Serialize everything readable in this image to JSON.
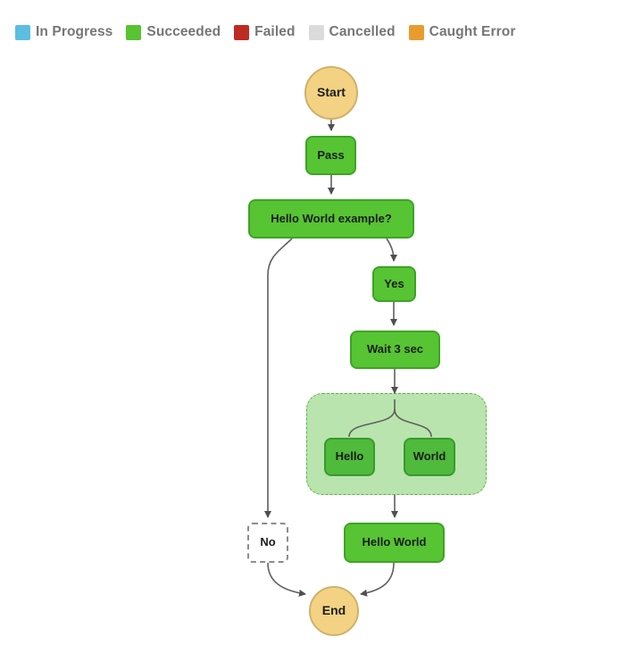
{
  "legend": {
    "items": [
      {
        "id": "in-progress",
        "label": "In Progress",
        "color": "#5CBEE1"
      },
      {
        "id": "succeeded",
        "label": "Succeeded",
        "color": "#57C433"
      },
      {
        "id": "failed",
        "label": "Failed",
        "color": "#BE2B22"
      },
      {
        "id": "cancelled",
        "label": "Cancelled",
        "color": "#DBDBDB"
      },
      {
        "id": "caught-error",
        "label": "Caught Error",
        "color": "#E99C2E"
      }
    ]
  },
  "diagram": {
    "nodes": {
      "start": {
        "label": "Start",
        "shape": "circle",
        "status": "start"
      },
      "pass": {
        "label": "Pass",
        "shape": "box",
        "status": "succeeded"
      },
      "choice": {
        "label": "Hello World example?",
        "shape": "box",
        "status": "succeeded"
      },
      "yes": {
        "label": "Yes",
        "shape": "box",
        "status": "succeeded"
      },
      "wait": {
        "label": "Wait 3 sec",
        "shape": "box",
        "status": "succeeded"
      },
      "hello": {
        "label": "Hello",
        "shape": "box",
        "status": "succeeded"
      },
      "world": {
        "label": "World",
        "shape": "box",
        "status": "succeeded"
      },
      "no": {
        "label": "No",
        "shape": "box",
        "status": "not-executed"
      },
      "hello_world": {
        "label": "Hello World",
        "shape": "box",
        "status": "succeeded"
      },
      "end": {
        "label": "End",
        "shape": "circle",
        "status": "end"
      }
    },
    "parallel_group": {
      "status": "succeeded"
    }
  },
  "colors": {
    "succeeded_fill": "#57C433",
    "succeeded_border": "#3DA426",
    "parallel_fill": "#B9E4AE",
    "parallel_border": "#58B544",
    "terminal_fill": "#F3D383",
    "terminal_border": "#CFB169",
    "not_executed_border": "#8C8C8C",
    "edge": "#5F5F5F",
    "legend_text": "#757679"
  }
}
